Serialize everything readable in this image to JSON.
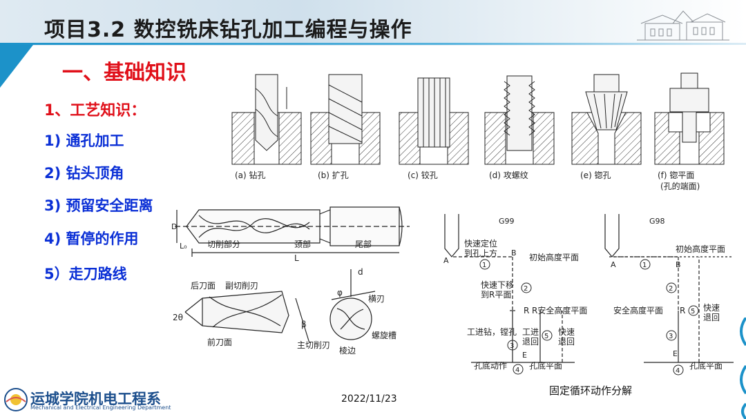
{
  "slide": {
    "title": "项目3.2 数控铣床钻孔加工编程与操作",
    "section_title": "一、基础知识",
    "subsection": "1、工艺知识：",
    "points": [
      "1) 通孔加工",
      "2) 钻头顶角",
      "3) 预留安全距离",
      "4) 暂停的作用",
      "5）走刀路线"
    ]
  },
  "top_figure": {
    "labels": [
      "(a) 钻孔",
      "(b) 扩孔",
      "(c) 铰孔",
      "(d) 攻螺纹",
      "(e) 锪孔",
      "(f) 锪平面",
      "(孔的端面)"
    ]
  },
  "drill_figure": {
    "labels": {
      "D": "D",
      "L0": "L₀",
      "L": "L",
      "cut": "切削部分",
      "neck": "颈部",
      "shank": "尾部",
      "back_face": "后刀面",
      "minor_edge": "副切削刃",
      "two_theta": "2θ",
      "rake_face": "前刀面",
      "main_edge": "主切削刃",
      "beta": "β",
      "land": "棱边",
      "phi": "φ",
      "d": "d",
      "chisel": "横刃",
      "flute": "螺旋槽"
    }
  },
  "cycle_figure": {
    "g99": "G99",
    "g98": "G98",
    "rapid_pos_1": "快速定位",
    "rapid_pos_2": "到孔上方",
    "init_plane": "初始高度平面",
    "init_plane_g98": "初始高度平面",
    "rapid_down_1": "快速下移",
    "rapid_down_2": "到R平面",
    "r_plane": "R安全高度平面",
    "safe_plane": "安全高度平面",
    "work_feed": "工进钻，镗孔",
    "work_in": "工进",
    "retreat": "退回",
    "fast": "快速",
    "fast_retreat_1": "快速",
    "fast_retreat_2": "退回",
    "fast_g98_1": "快速",
    "fast_g98_2": "退回",
    "bottom_action": "孔底动作",
    "bottom_plane": "孔底平面",
    "bottom_plane_g98": "孔底平面",
    "A": "A",
    "B": "B",
    "R": "R",
    "E": "E",
    "n1": "1",
    "n2": "2",
    "n3": "3",
    "n4": "4",
    "n5": "5",
    "caption": "固定循环动作分解"
  },
  "footer": {
    "org_cn": "运城学院机电工程系",
    "org_en": "Mechanical and Electrical Engineering Department",
    "date": "2022/11/23"
  },
  "colors": {
    "title_red": "#e0101a",
    "point_blue": "#0a2fd6",
    "accent_blue": "#1c92c9"
  }
}
